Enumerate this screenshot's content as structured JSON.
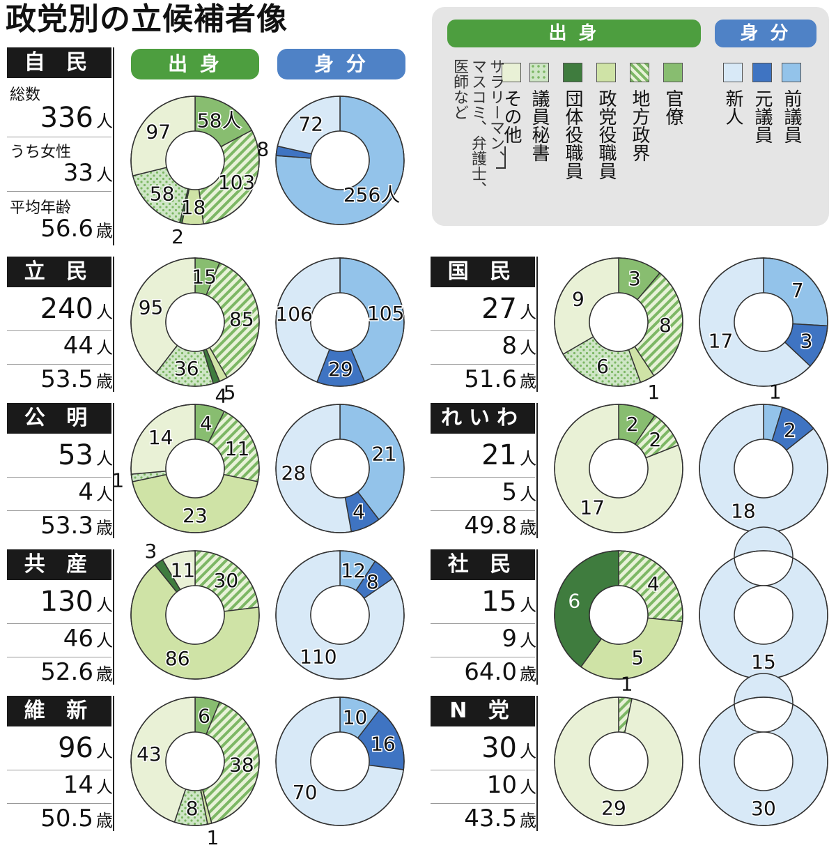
{
  "title": "政党別の立候補者像",
  "headers": {
    "origin": "出 身",
    "status": "身 分"
  },
  "legend": {
    "origin_title": "出 身",
    "status_title": "身 分",
    "origin_items": [
      {
        "label": "官僚",
        "color": "#88bd70",
        "pattern": "solid"
      },
      {
        "label": "地方政界",
        "color": "#c7df9f",
        "pattern": "hatch"
      },
      {
        "label": "政党役職員",
        "color": "#cfe3a6",
        "pattern": "solid"
      },
      {
        "label": "団体役職員",
        "color": "#3f7c3e",
        "pattern": "solid"
      },
      {
        "label": "議員秘書",
        "color": "#c4dfb8",
        "pattern": "dots"
      },
      {
        "label": "その他",
        "color": "#e9f1d6",
        "pattern": "solid"
      }
    ],
    "other_note": "サラリーマン、マスコミ、弁護士、医師など",
    "other_note_lines": [
      "サラリーマン、",
      "マスコミ、弁護士、",
      "医師など"
    ],
    "status_items": [
      {
        "label": "前議員",
        "color": "#93c3ea"
      },
      {
        "label": "元議員",
        "color": "#3f74c2"
      },
      {
        "label": "新人",
        "color": "#d8e9f7"
      }
    ]
  },
  "stat_labels": {
    "total": "総数",
    "women": "うち女性",
    "age": "平均年齢"
  },
  "parties": [
    {
      "name": "自 民",
      "total": "336",
      "total_unit": "人",
      "women": "33",
      "women_unit": "人",
      "age": "56.6",
      "age_unit": "歳"
    },
    {
      "name": "立 民",
      "total": "240",
      "total_unit": "人",
      "women": "44",
      "women_unit": "人",
      "age": "53.5",
      "age_unit": "歳"
    },
    {
      "name": "公 明",
      "total": "53",
      "total_unit": "人",
      "women": "4",
      "women_unit": "人",
      "age": "53.3",
      "age_unit": "歳"
    },
    {
      "name": "共 産",
      "total": "130",
      "total_unit": "人",
      "women": "46",
      "women_unit": "人",
      "age": "52.6",
      "age_unit": "歳"
    },
    {
      "name": "維 新",
      "total": "96",
      "total_unit": "人",
      "women": "14",
      "women_unit": "人",
      "age": "50.5",
      "age_unit": "歳"
    },
    {
      "name": "国 民",
      "total": "27",
      "total_unit": "人",
      "women": "8",
      "women_unit": "人",
      "age": "51.6",
      "age_unit": "歳"
    },
    {
      "name": "れいわ",
      "total": "21",
      "total_unit": "人",
      "women": "5",
      "women_unit": "人",
      "age": "49.8",
      "age_unit": "歳"
    },
    {
      "name": "社 民",
      "total": "15",
      "total_unit": "人",
      "women": "9",
      "women_unit": "人",
      "age": "64.0",
      "age_unit": "歳"
    },
    {
      "name": "N 党",
      "total": "30",
      "total_unit": "人",
      "women": "10",
      "women_unit": "人",
      "age": "43.5",
      "age_unit": "歳"
    }
  ],
  "chart_data": [
    {
      "type": "pie",
      "party": "自民",
      "kind": "出身",
      "categories": [
        "官僚",
        "地方政界",
        "政党役職員",
        "団体役職員",
        "議員秘書",
        "その他"
      ],
      "values": [
        58,
        103,
        18,
        2,
        58,
        97
      ],
      "labels": [
        "58人",
        "103",
        "18",
        "2",
        "58",
        "97"
      ]
    },
    {
      "type": "pie",
      "party": "自民",
      "kind": "身分",
      "categories": [
        "前議員",
        "元議員",
        "新人"
      ],
      "values": [
        256,
        8,
        72
      ],
      "labels": [
        "256人",
        "8",
        "72"
      ]
    },
    {
      "type": "pie",
      "party": "立民",
      "kind": "出身",
      "categories": [
        "官僚",
        "地方政界",
        "政党役職員",
        "団体役職員",
        "議員秘書",
        "その他"
      ],
      "values": [
        15,
        85,
        5,
        4,
        36,
        95
      ],
      "labels": [
        "15",
        "85",
        "5",
        "4",
        "36",
        "95"
      ]
    },
    {
      "type": "pie",
      "party": "立民",
      "kind": "身分",
      "categories": [
        "前議員",
        "元議員",
        "新人"
      ],
      "values": [
        105,
        29,
        106
      ],
      "labels": [
        "105",
        "29",
        "106"
      ]
    },
    {
      "type": "pie",
      "party": "公明",
      "kind": "出身",
      "categories": [
        "官僚",
        "地方政界",
        "政党役職員",
        "団体役職員",
        "議員秘書",
        "その他"
      ],
      "values": [
        4,
        11,
        23,
        0,
        1,
        14
      ],
      "labels": [
        "4",
        "11",
        "23",
        "",
        "1",
        "14"
      ]
    },
    {
      "type": "pie",
      "party": "公明",
      "kind": "身分",
      "categories": [
        "前議員",
        "元議員",
        "新人"
      ],
      "values": [
        21,
        4,
        28
      ],
      "labels": [
        "21",
        "4",
        "28"
      ]
    },
    {
      "type": "pie",
      "party": "共産",
      "kind": "出身",
      "categories": [
        "官僚",
        "地方政界",
        "政党役職員",
        "団体役職員",
        "議員秘書",
        "その他"
      ],
      "values": [
        0,
        30,
        86,
        3,
        0,
        11
      ],
      "labels": [
        "",
        "30",
        "86",
        "3",
        "",
        "11"
      ]
    },
    {
      "type": "pie",
      "party": "共産",
      "kind": "身分",
      "categories": [
        "前議員",
        "元議員",
        "新人"
      ],
      "values": [
        12,
        8,
        110
      ],
      "labels": [
        "12",
        "8",
        "110"
      ]
    },
    {
      "type": "pie",
      "party": "維新",
      "kind": "出身",
      "categories": [
        "官僚",
        "地方政界",
        "政党役職員",
        "団体役職員",
        "議員秘書",
        "その他"
      ],
      "values": [
        6,
        38,
        1,
        0,
        8,
        43
      ],
      "labels": [
        "6",
        "38",
        "1",
        "",
        "8",
        "43"
      ]
    },
    {
      "type": "pie",
      "party": "維新",
      "kind": "身分",
      "categories": [
        "前議員",
        "元議員",
        "新人"
      ],
      "values": [
        10,
        16,
        70
      ],
      "labels": [
        "10",
        "16",
        "70"
      ]
    },
    {
      "type": "pie",
      "party": "国民",
      "kind": "出身",
      "categories": [
        "官僚",
        "地方政界",
        "政党役職員",
        "団体役職員",
        "議員秘書",
        "その他"
      ],
      "values": [
        3,
        8,
        1,
        0,
        6,
        9
      ],
      "labels": [
        "3",
        "8",
        "1",
        "",
        "6",
        "9"
      ]
    },
    {
      "type": "pie",
      "party": "国民",
      "kind": "身分",
      "categories": [
        "前議員",
        "元議員",
        "新人"
      ],
      "values": [
        7,
        3,
        17
      ],
      "labels": [
        "7",
        "3",
        "17"
      ]
    },
    {
      "type": "pie",
      "party": "れいわ",
      "kind": "出身",
      "categories": [
        "官僚",
        "地方政界",
        "政党役職員",
        "団体役職員",
        "議員秘書",
        "その他"
      ],
      "values": [
        2,
        2,
        0,
        0,
        0,
        17
      ],
      "labels": [
        "2",
        "2",
        "",
        "",
        "",
        "17"
      ]
    },
    {
      "type": "pie",
      "party": "れいわ",
      "kind": "身分",
      "categories": [
        "前議員",
        "元議員",
        "新人"
      ],
      "values": [
        1,
        2,
        18
      ],
      "labels": [
        "1",
        "2",
        "18"
      ]
    },
    {
      "type": "pie",
      "party": "社民",
      "kind": "出身",
      "categories": [
        "官僚",
        "地方政界",
        "政党役職員",
        "団体役職員",
        "議員秘書",
        "その他"
      ],
      "values": [
        0,
        4,
        5,
        6,
        0,
        0
      ],
      "labels": [
        "",
        "4",
        "5",
        "6",
        "",
        ""
      ]
    },
    {
      "type": "pie",
      "party": "社民",
      "kind": "身分",
      "categories": [
        "前議員",
        "元議員",
        "新人"
      ],
      "values": [
        0,
        0,
        15
      ],
      "labels": [
        "",
        "",
        "15"
      ]
    },
    {
      "type": "pie",
      "party": "N党",
      "kind": "出身",
      "categories": [
        "官僚",
        "地方政界",
        "政党役職員",
        "団体役職員",
        "議員秘書",
        "その他"
      ],
      "values": [
        0,
        1,
        0,
        0,
        0,
        29
      ],
      "labels": [
        "",
        "1",
        "",
        "",
        "",
        "29"
      ]
    },
    {
      "type": "pie",
      "party": "N党",
      "kind": "身分",
      "categories": [
        "前議員",
        "元議員",
        "新人"
      ],
      "values": [
        0,
        0,
        30
      ],
      "labels": [
        "",
        "",
        "30"
      ]
    }
  ]
}
